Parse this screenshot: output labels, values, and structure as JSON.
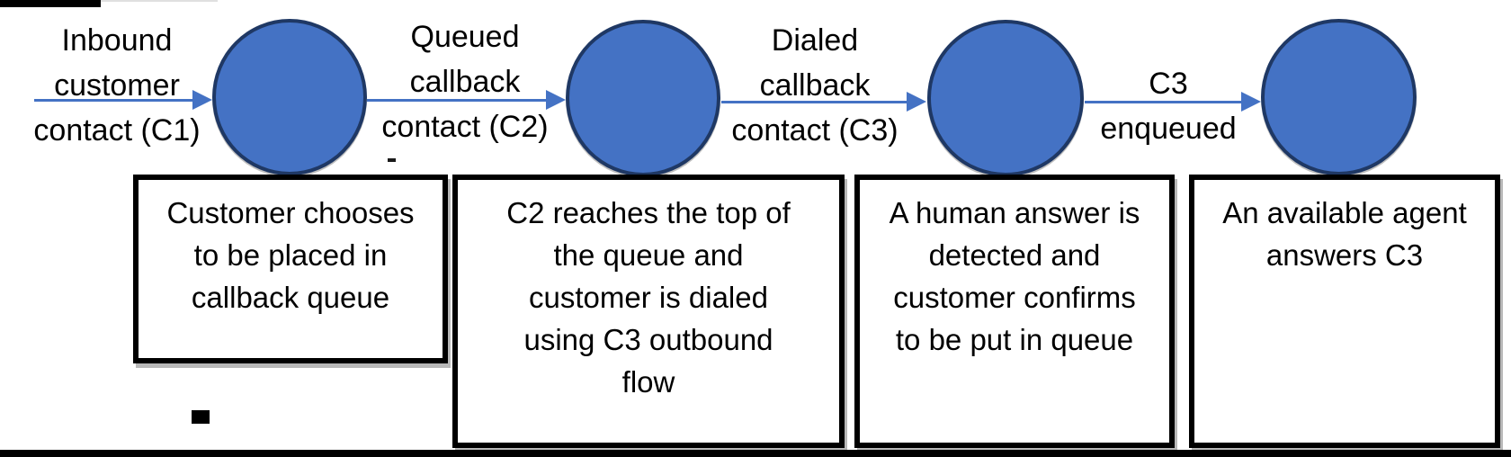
{
  "figure": {
    "kind": "state-flow-diagram",
    "colors": {
      "node_fill": "#4472C4",
      "node_border": "#1f3864",
      "arrow": "#4472C4",
      "box_border": "#000000",
      "text": "#000000",
      "background": "#ffffff"
    }
  },
  "flow": {
    "steps": [
      {
        "arrow_label": "Inbound\ncustomer\ncontact (C1)",
        "description": "Customer chooses\nto be placed in\ncallback queue"
      },
      {
        "arrow_label": "Queued\ncallback\ncontact (C2)",
        "description": "C2 reaches the top of\nthe queue and\ncustomer is dialed\nusing C3 outbound\nflow"
      },
      {
        "arrow_label": "Dialed\ncallback\ncontact (C3)",
        "description": "A human answer is\ndetected and\ncustomer confirms\nto be put in queue"
      },
      {
        "arrow_label": "C3\nenqueued",
        "description": "An available agent\nanswers C3"
      }
    ]
  }
}
